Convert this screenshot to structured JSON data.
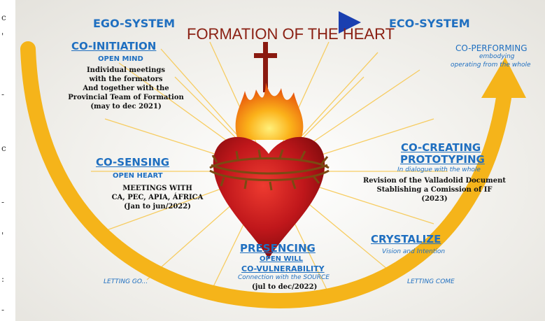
{
  "header": {
    "left_label": "EGO-SYSTEM",
    "right_label": "ECO-SYSTEM",
    "title": "FORMATION OF THE HEART"
  },
  "stages": {
    "co_initiation": {
      "title": "CO-INITIATION",
      "subtitle": "OPEN MIND",
      "lines": [
        "Individual meetings",
        "with the formators",
        "And together with the",
        "Provincial Team of Formation",
        "(may to dec 2021)"
      ]
    },
    "co_sensing": {
      "title": "CO-SENSING",
      "subtitle": "OPEN HEART",
      "lines": [
        "MEETINGS WITH",
        "CA, PEC, APIA, ÁFRICA",
        "(Jan to jun/2022)"
      ]
    },
    "presencing": {
      "title": "PRESENCING",
      "subtitle_1": "OPEN WILL",
      "subtitle_2": "CO-VULNERABILITY",
      "note": "Connection with the SOURCE",
      "dates": "(jul to dec/2022)"
    },
    "crystalize": {
      "title": "CRYSTALIZE",
      "note": "Vision and Intention"
    },
    "co_creating": {
      "title_1": "CO-CREATING",
      "title_2": "PROTOTYPING",
      "note": "In dialogue with the whole",
      "lines": [
        "Revision of the Valladolid Document",
        "Stablishing a Comission of IF",
        "(2023)"
      ]
    },
    "co_performing": {
      "title": "CO-PERFORMING",
      "note_1": "embodying",
      "note_2": "operating from the whole"
    }
  },
  "footer": {
    "letting_go": "LETTING GO...",
    "letting_come": "LETTING COME"
  },
  "edge_strip": [
    "c",
    "'",
    "-",
    "c",
    "-",
    "'",
    ":",
    "-"
  ],
  "colors": {
    "arrow_yellow": "#f5b41a",
    "arrow_blue": "#1f5fd0",
    "text_blue": "#1f6fc0",
    "heart_red": "#c0171b",
    "title_maroon": "#8a1f12",
    "flame_orange": "#f08a0c"
  }
}
